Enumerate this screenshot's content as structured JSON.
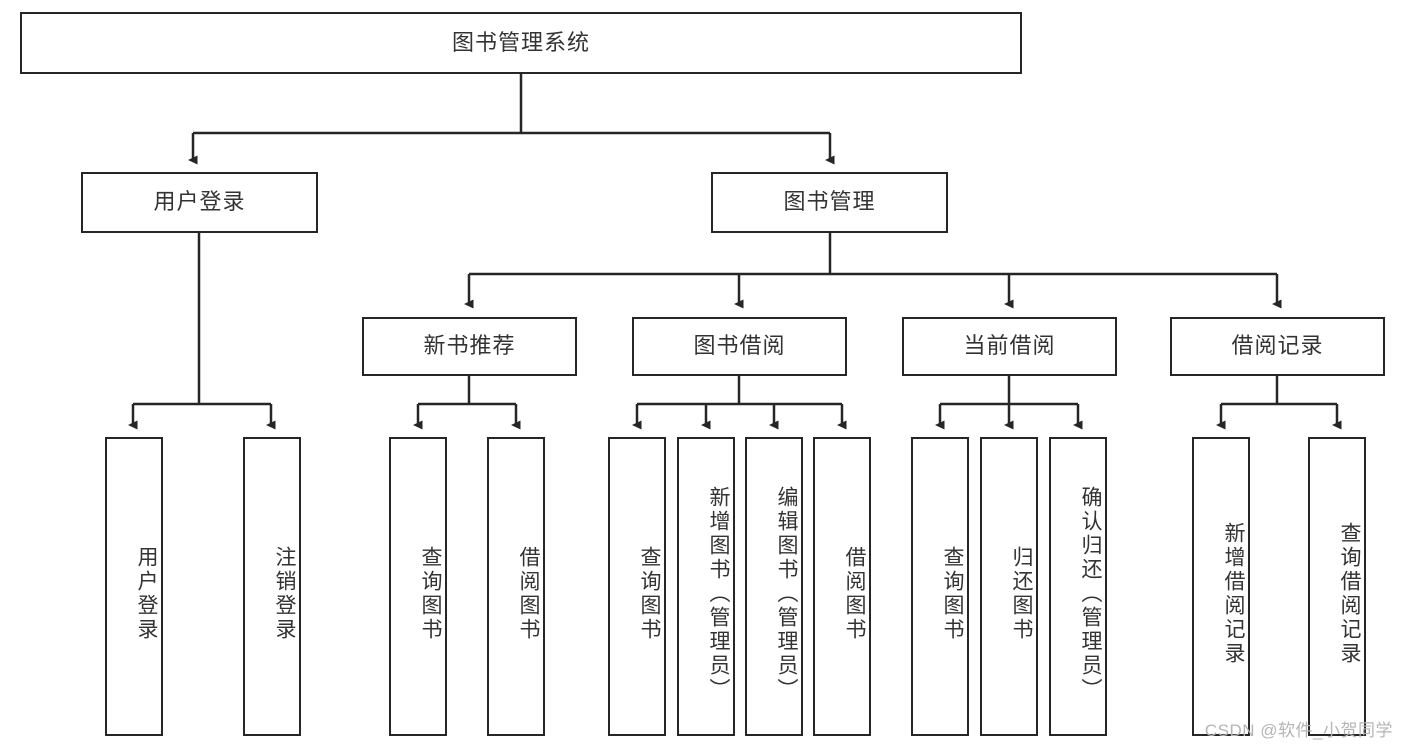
{
  "diagram": {
    "title": "图书管理系统",
    "type": "tree",
    "watermark": "CSDN @软件_小贺同学",
    "colors": {
      "stroke": "#262626",
      "text": "#333333",
      "background": "#ffffff",
      "watermark": "#b5b5b5"
    },
    "root": {
      "label": "图书管理系统"
    },
    "level1": [
      {
        "label": "用户登录"
      },
      {
        "label": "图书管理"
      }
    ],
    "level2": [
      {
        "label": "新书推荐"
      },
      {
        "label": "图书借阅"
      },
      {
        "label": "当前借阅"
      },
      {
        "label": "借阅记录"
      }
    ],
    "leaves": {
      "user_login": [
        {
          "label": "用户登录"
        },
        {
          "label": "注销登录"
        }
      ],
      "new_book": [
        {
          "label": "查询图书"
        },
        {
          "label": "借阅图书"
        }
      ],
      "book_borrow": [
        {
          "label": "查询图书"
        },
        {
          "label": "新增图书（管理员）"
        },
        {
          "label": "编辑图书（管理员）"
        },
        {
          "label": "借阅图书"
        }
      ],
      "current_borrow": [
        {
          "label": "查询图书"
        },
        {
          "label": "归还图书"
        },
        {
          "label": "确认归还（管理员）"
        }
      ],
      "borrow_record": [
        {
          "label": "新增借阅记录"
        },
        {
          "label": "查询借阅记录"
        }
      ]
    }
  }
}
